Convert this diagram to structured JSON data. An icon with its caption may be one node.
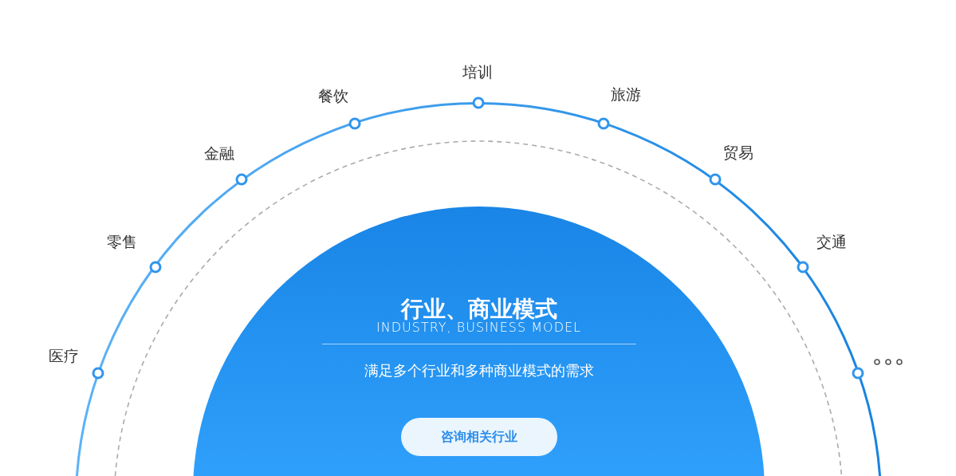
{
  "diagram": {
    "nodes": [
      {
        "text": [
          "医疗"
        ]
      },
      {
        "text": [
          "零售"
        ]
      },
      {
        "text": [
          "金融"
        ]
      },
      {
        "text": [
          "餐饮"
        ]
      },
      {
        "text": [
          "培训"
        ]
      },
      {
        "text": [
          "旅游"
        ]
      },
      {
        "text": [
          "贸易"
        ]
      },
      {
        "text": [
          "交通"
        ]
      },
      {
        "text": [],
        "shape": "circle"
      },
      {
        "text": [
          "行业、商业模式",
          "INDUSTRY, BUSINESS MODEL",
          "满足多个行业和多种商业模式的需求"
        ]
      },
      {
        "text": [
          "咨询相关行业"
        ],
        "in": 9
      }
    ]
  }
}
